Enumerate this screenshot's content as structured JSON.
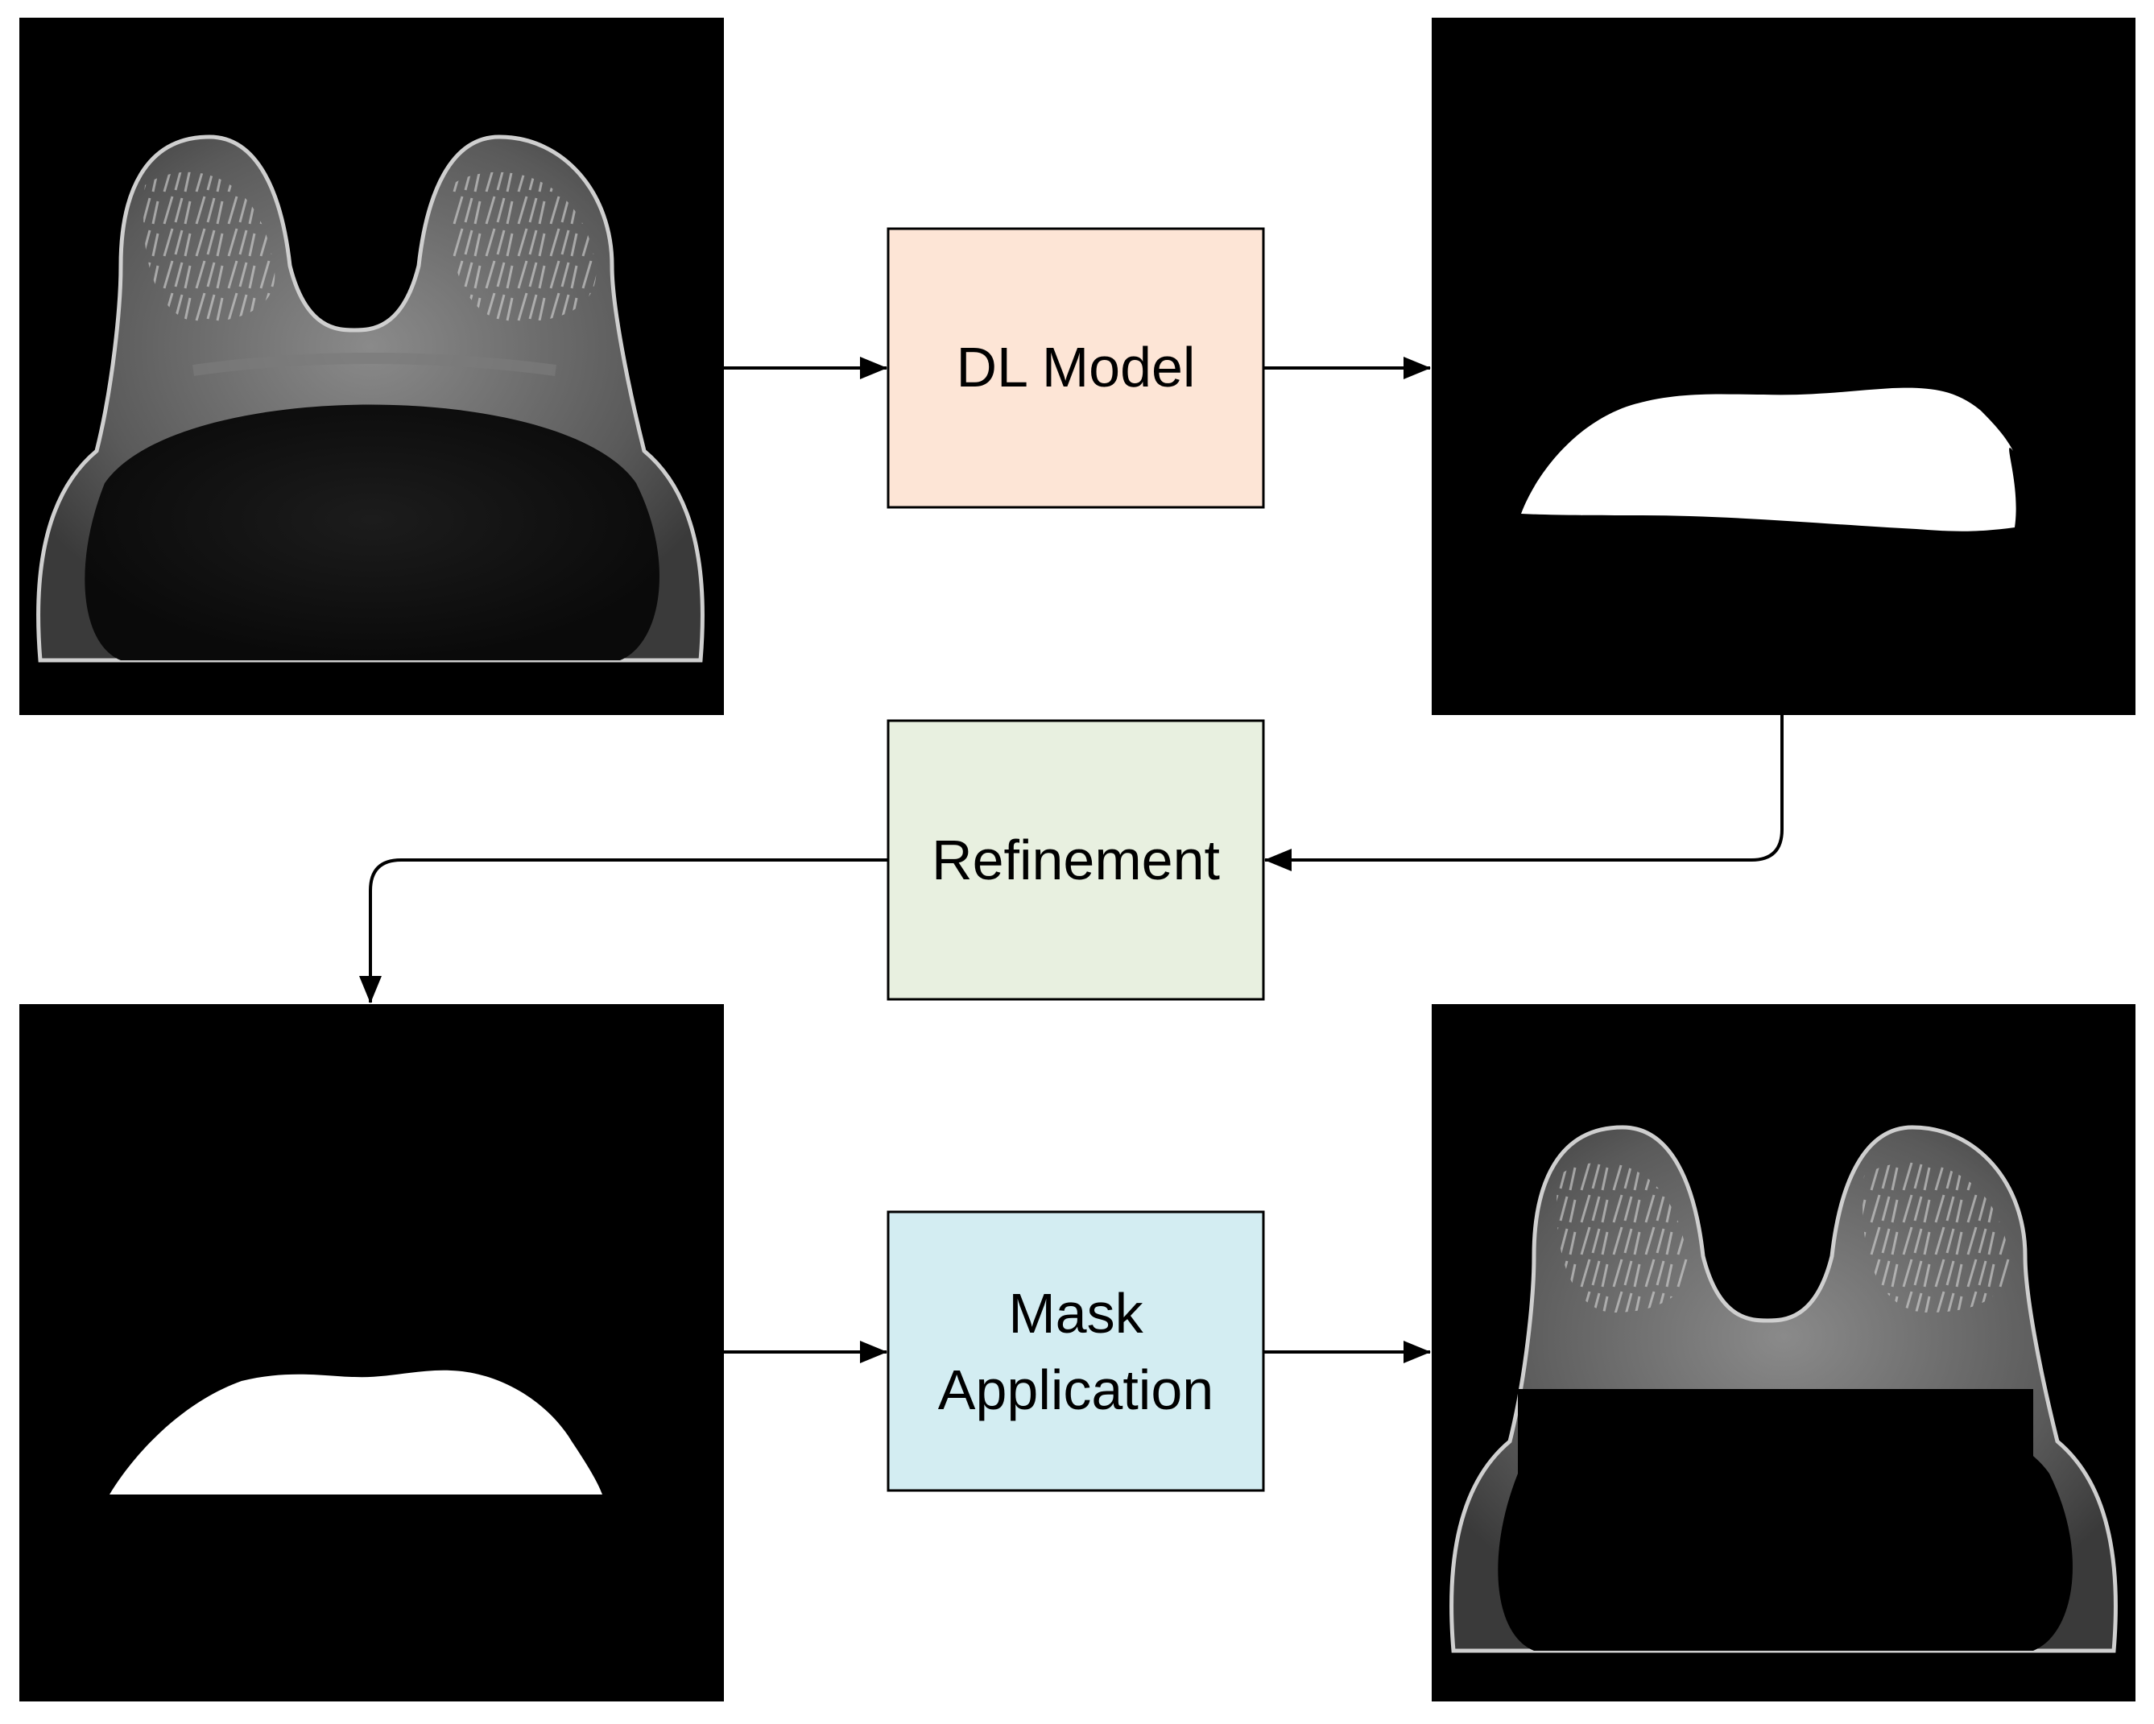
{
  "steps": {
    "dl_model": {
      "label": "DL Model",
      "fill": "#fde5d6"
    },
    "refinement": {
      "label": "Refinement",
      "fill": "#e8f0e0"
    },
    "mask_application": {
      "line1": "Mask",
      "line2": "Application",
      "fill": "#d3edf2"
    }
  },
  "panels": {
    "input_mri": {
      "icon": "breast-mri-scan-icon"
    },
    "predicted_mask": {
      "icon": "binary-mask-icon"
    },
    "refined_mask": {
      "icon": "refined-mask-icon"
    },
    "masked_output": {
      "icon": "masked-mri-scan-icon"
    }
  },
  "colors": {
    "arrow": "#000000",
    "panel_background": "#000000",
    "mask": "#ffffff",
    "tissue": "#9a9a9a"
  }
}
